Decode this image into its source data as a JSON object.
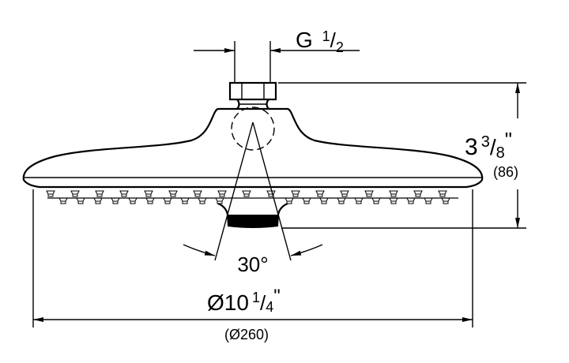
{
  "drawing": {
    "thread_label": {
      "main": "G",
      "num": "1",
      "den": "2"
    },
    "height_label": {
      "whole": "3",
      "num": "3",
      "den": "8",
      "unit": "\"",
      "metric": "(86)"
    },
    "angle_label": "30°",
    "diameter_label": {
      "symbol": "Ø10",
      "num": "1",
      "den": "4",
      "unit": "\"",
      "metric": "(Ø260)"
    }
  }
}
